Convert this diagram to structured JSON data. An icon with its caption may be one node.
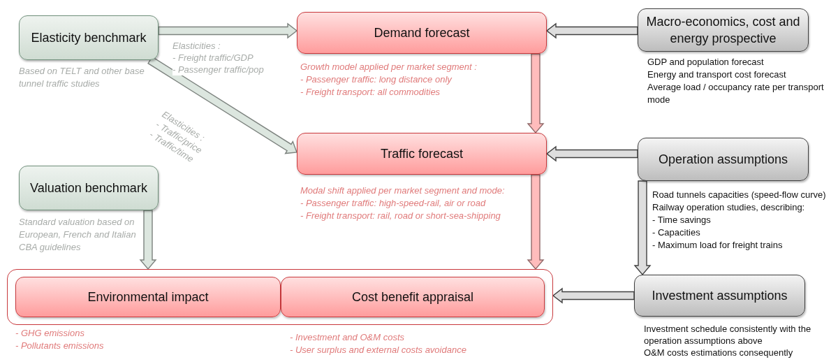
{
  "diagram": {
    "nodes": [
      {
        "text": [
          "Elasticity benchmark"
        ],
        "beside": [
          "Based on TELT and other base tunnel traffic studies"
        ]
      },
      {
        "text": [
          "Demand forecast"
        ],
        "beside": [
          "Growth model applied per market segment :",
          "- Passenger traffic: long distance only",
          "- Freight transport: all commodities"
        ]
      },
      {
        "text": [
          "Macro-economics, cost and energy prospective"
        ],
        "beside": [
          "GDP and population forecast",
          "Energy and transport cost forecast",
          "Average load / occupancy rate per transport mode"
        ]
      },
      {
        "text": [
          "Traffic forecast"
        ],
        "beside": [
          "Modal shift applied per market segment and mode:",
          "- Passenger traffic: high-speed-rail, air or road",
          "- Freight transport: rail, road or short-sea-shipping"
        ]
      },
      {
        "text": [
          "Valuation benchmark"
        ],
        "beside": [
          "Standard valuation based on European, French and Italian CBA guidelines"
        ]
      },
      {
        "text": [
          "Operation assumptions"
        ],
        "beside": [
          "Road tunnels capacities (speed-flow curve)",
          "Railway operation studies, describing:",
          "- Time savings",
          "- Capacities",
          "- Maximum load for freight trains"
        ]
      },
      {
        "text": [],
        "shape": "box"
      },
      {
        "text": [
          "Environmental impact"
        ],
        "in": 6,
        "beside": [
          "- GHG emissions",
          "- Pollutants emissions"
        ]
      },
      {
        "text": [
          "Cost benefit appraisal"
        ],
        "in": 6,
        "beside": [
          "- Investment and O&M costs",
          "- User surplus and external costs avoidance"
        ]
      },
      {
        "text": [
          "Investment assumptions"
        ],
        "beside": [
          "Investment schedule consistently with the operation assumptions above",
          "O&M costs estimations consequently"
        ]
      }
    ],
    "edges": [
      {
        "from": 0,
        "to": 1,
        "arrow": "to",
        "color": "#dce6df",
        "label": "Elasticities : - Freight traffic/GDP - Passenger traffic/pop"
      },
      {
        "from": 0,
        "to": 3,
        "arrow": "to",
        "color": "#dce6df",
        "label": "Elasticities : - Traffic/price - Traffic/time"
      },
      {
        "from": 2,
        "to": 1,
        "arrow": "to"
      },
      {
        "from": 1,
        "to": 3,
        "arrow": "to",
        "color": "#ffbcbc"
      },
      {
        "from": 5,
        "to": 3,
        "arrow": "to"
      },
      {
        "from": 4,
        "to": 6,
        "arrow": "to",
        "color": "#dce6df"
      },
      {
        "from": 3,
        "to": 6,
        "arrow": "to",
        "color": "#ffbcbc"
      },
      {
        "from": 9,
        "to": 6,
        "arrow": "to"
      },
      {
        "from": 5,
        "to": 9,
        "arrow": "to"
      }
    ]
  }
}
